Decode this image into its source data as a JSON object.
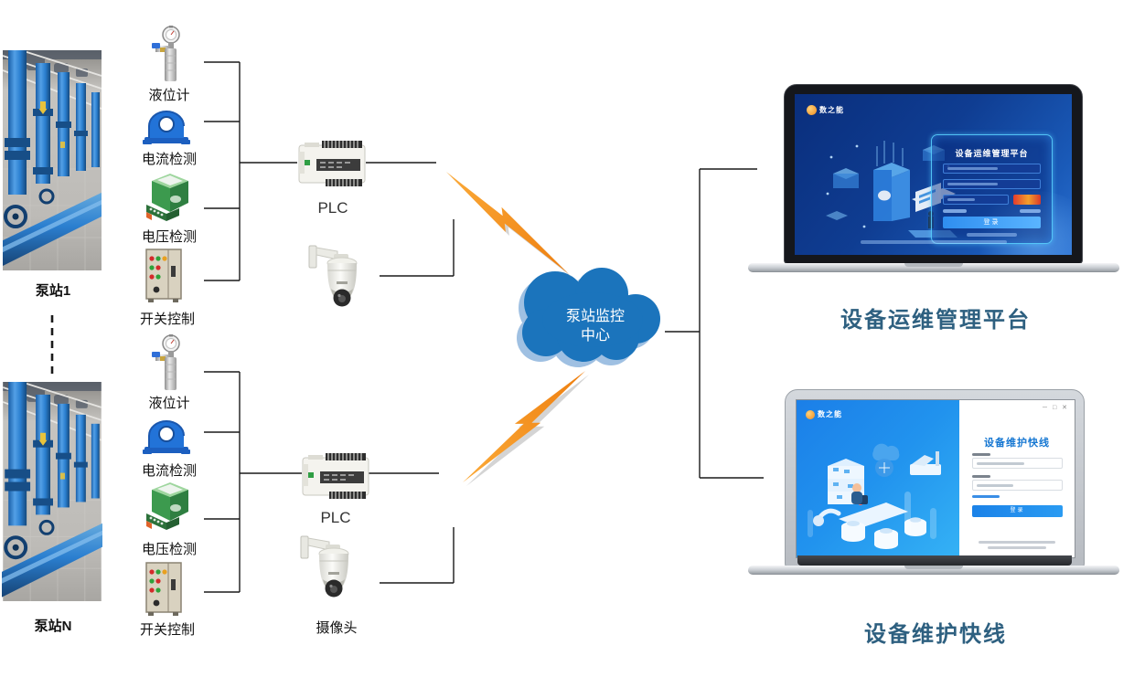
{
  "diagram": {
    "station1": "泵站1",
    "stationN": "泵站N",
    "sensor_level": "液位计",
    "sensor_current": "电流检测",
    "sensor_voltage": "电压检测",
    "sensor_switch": "开关控制",
    "plc": "PLC",
    "camera": "摄像头",
    "cloud_line1": "泵站监控",
    "cloud_line2": "中心"
  },
  "platform_ops": {
    "caption": "设备运维管理平台",
    "logo": "数之能",
    "login_title": "设备运维管理平台",
    "login_button": "登录"
  },
  "platform_maintenance": {
    "caption": "设备维护快线",
    "logo": "数之能",
    "login_title": "设备维护快线",
    "login_button": "登录",
    "window_controls": "─ □ ✕"
  },
  "colors": {
    "cloud": "#1b74bc",
    "bolt": "#f7941d",
    "caption_text": "#2e6080",
    "line": "#1a1a1a"
  }
}
